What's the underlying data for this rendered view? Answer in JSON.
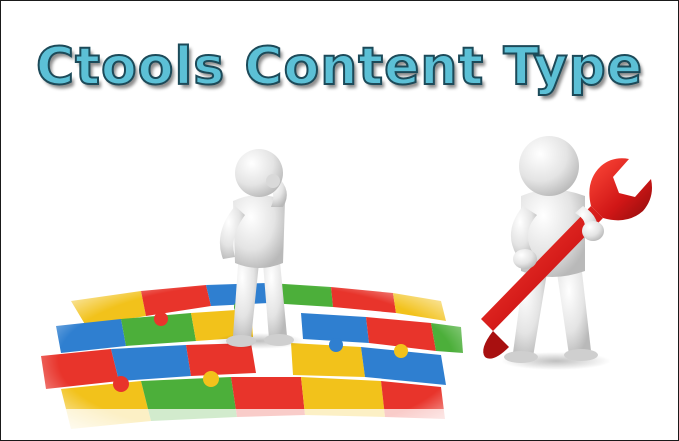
{
  "slide": {
    "title": "Ctools Content Type"
  },
  "colors": {
    "title_fill": "#5cc0d6",
    "title_outline": "#1c4a59",
    "wrench": "#d51a1a",
    "figure": "#e6e6e6"
  },
  "illustration": {
    "left_scene": "confused-figure-on-puzzle-pieces",
    "right_scene": "figure-holding-wrench"
  }
}
